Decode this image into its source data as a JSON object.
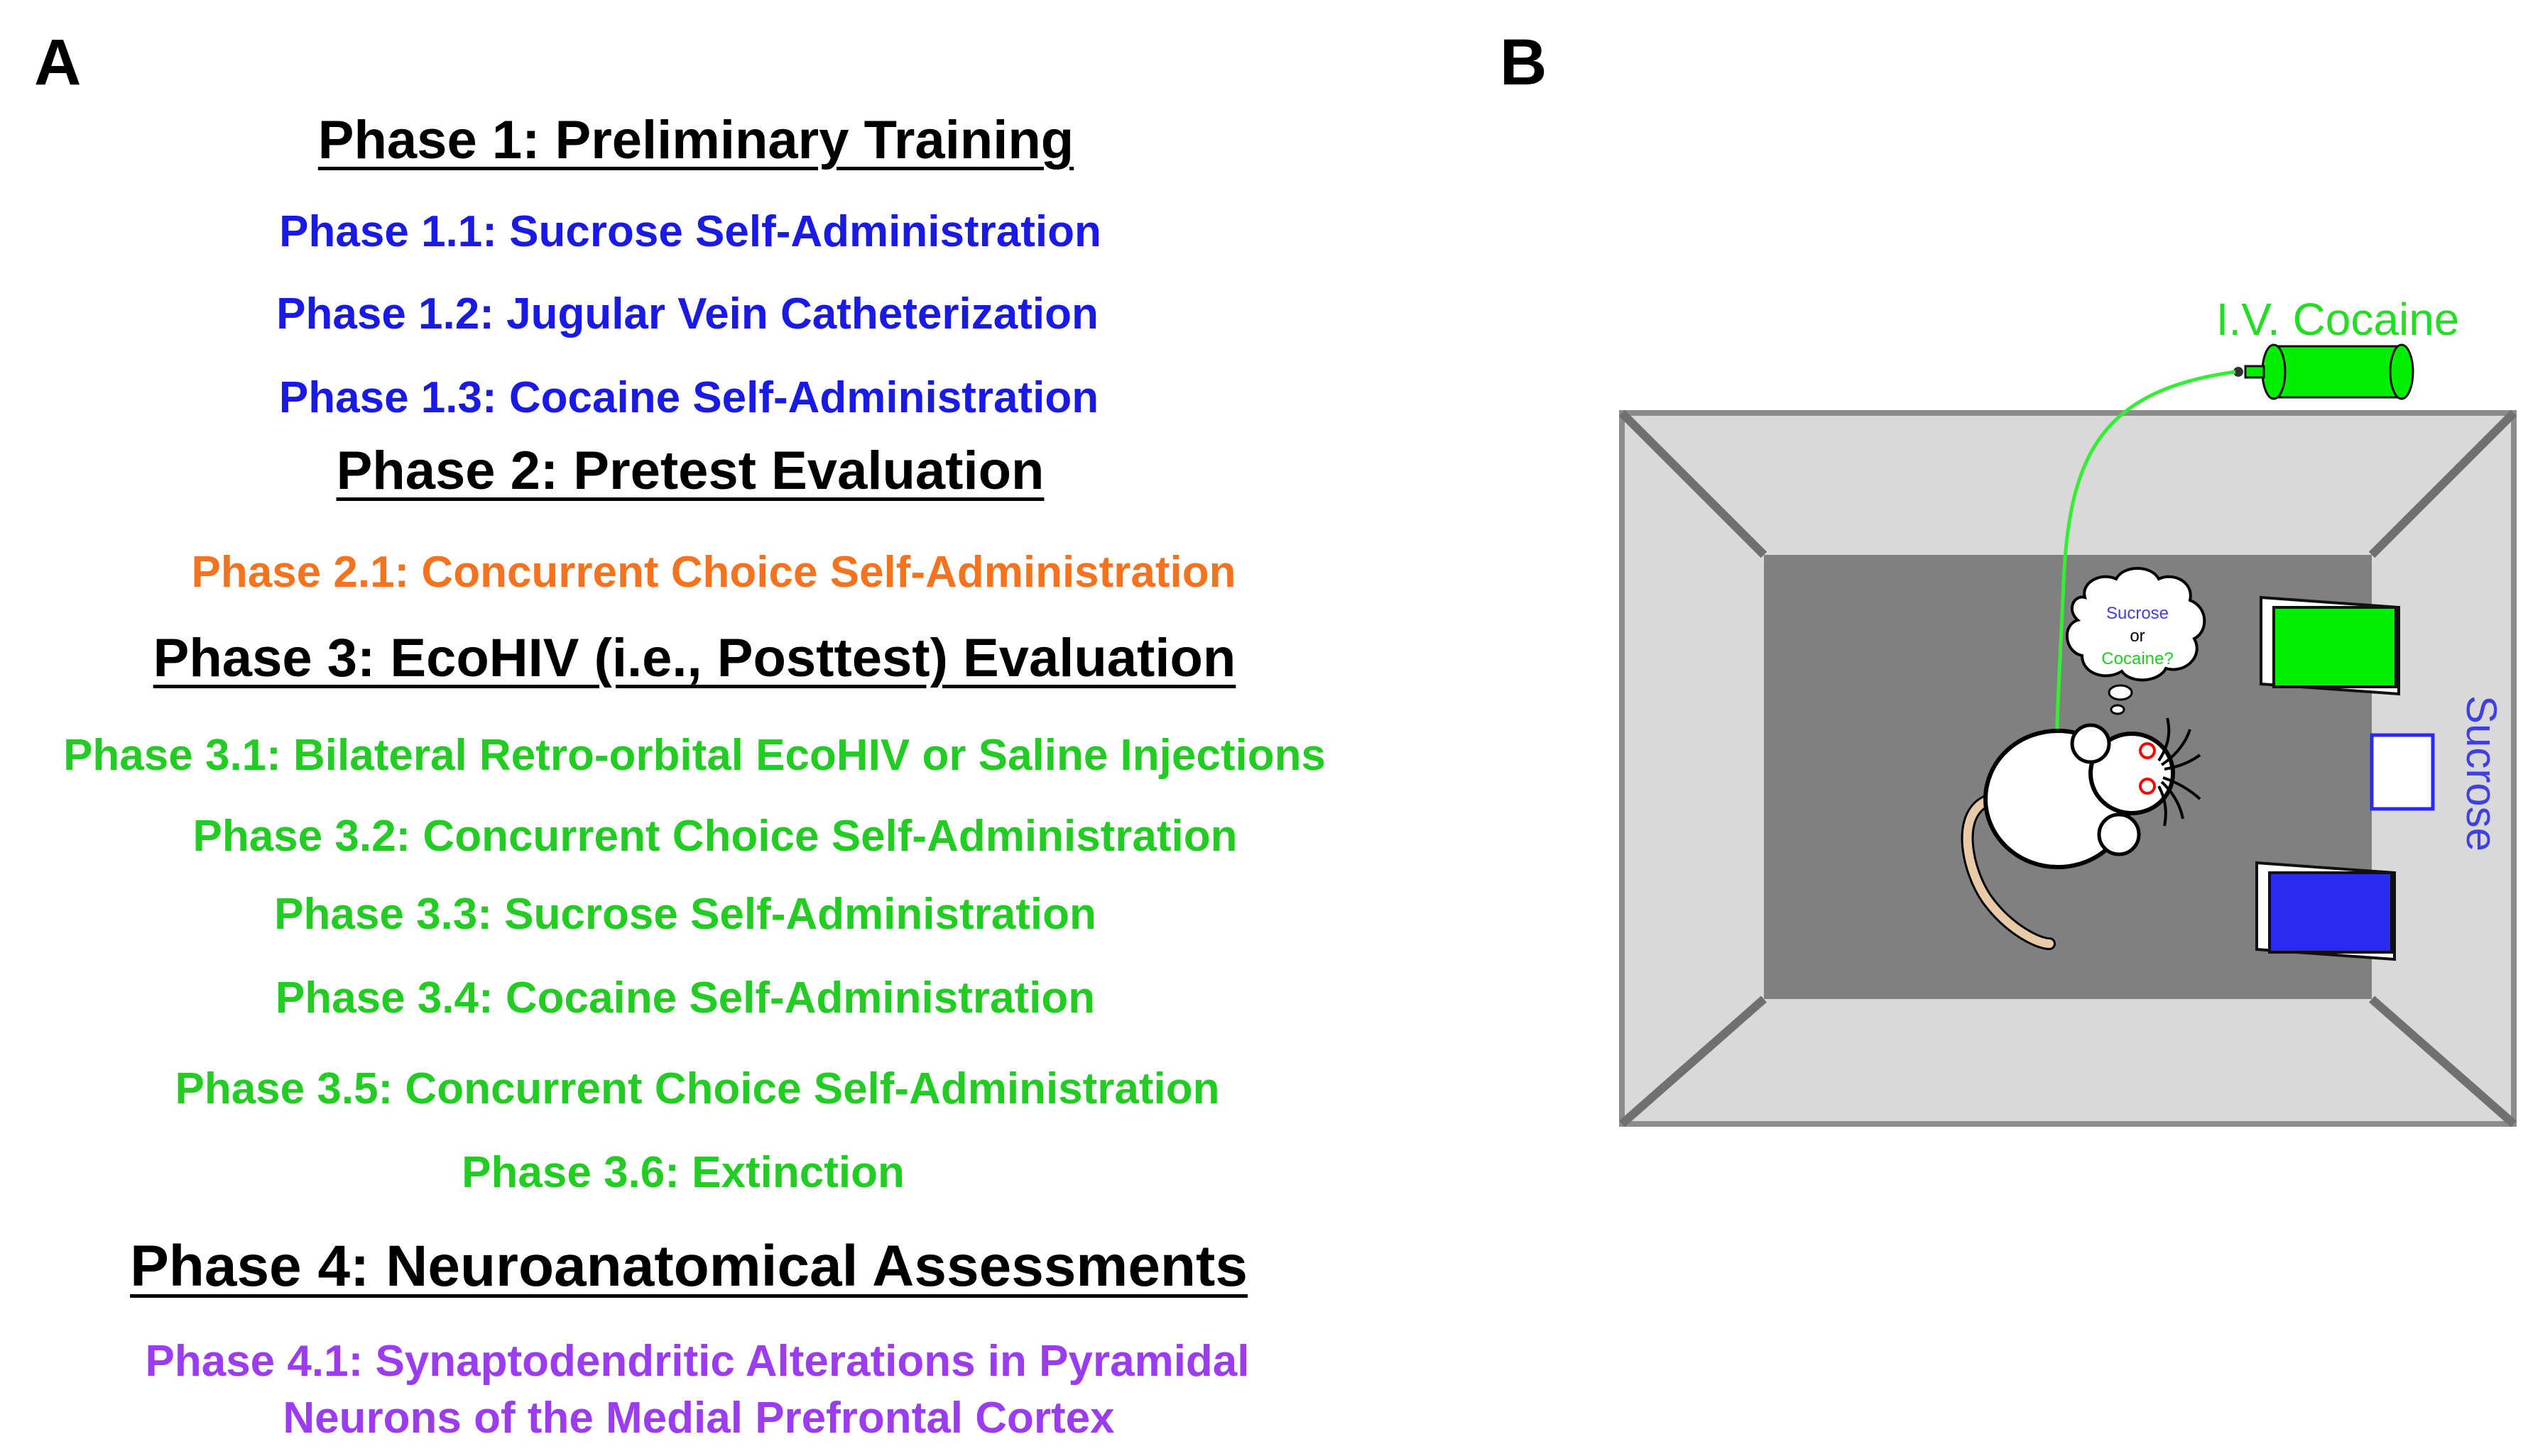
{
  "panels": {
    "a": "A",
    "b": "B"
  },
  "colors": {
    "heading": "#000000",
    "phase1_sub": "#1a1ae6",
    "phase2_sub": "#f5731e",
    "phase3_sub": "#22cc22",
    "phase4_sub": "#9b3cf0",
    "chamber_outer": "#d9d9d9",
    "chamber_floor": "#808080",
    "cocaine_lever": "#00ee00",
    "sucrose_lever": "#2a2af0",
    "cocaine_label": "#22dd22",
    "sucrose_label": "#4040e0"
  },
  "phases": {
    "phase1": {
      "title": "Phase 1: Preliminary Training",
      "items": [
        "Phase 1.1: Sucrose Self-Administration",
        "Phase 1.2: Jugular Vein Catheterization",
        "Phase 1.3: Cocaine Self-Administration"
      ]
    },
    "phase2": {
      "title": "Phase 2: Pretest Evaluation",
      "items": [
        "Phase 2.1: Concurrent Choice Self-Administration"
      ]
    },
    "phase3": {
      "title": "Phase 3: EcoHIV (i.e., Posttest) Evaluation",
      "items": [
        "Phase 3.1: Bilateral Retro-orbital EcoHIV or Saline Injections",
        "Phase 3.2: Concurrent Choice Self-Administration",
        "Phase 3.3: Sucrose Self-Administration",
        "Phase 3.4: Cocaine Self-Administration",
        "Phase 3.5: Concurrent Choice Self-Administration",
        "Phase 3.6: Extinction"
      ]
    },
    "phase4": {
      "title": "Phase 4: Neuroanatomical Assessments",
      "items": [
        "Phase 4.1: Synaptodendritic Alterations in Pyramidal",
        "Neurons of the Medial Prefrontal Cortex"
      ]
    }
  },
  "diagram": {
    "iv_label": "I.V. Cocaine",
    "sucrose_port_label": "Sucrose",
    "thought": {
      "line1": "Sucrose",
      "line2": "or",
      "line3": "Cocaine?"
    }
  }
}
